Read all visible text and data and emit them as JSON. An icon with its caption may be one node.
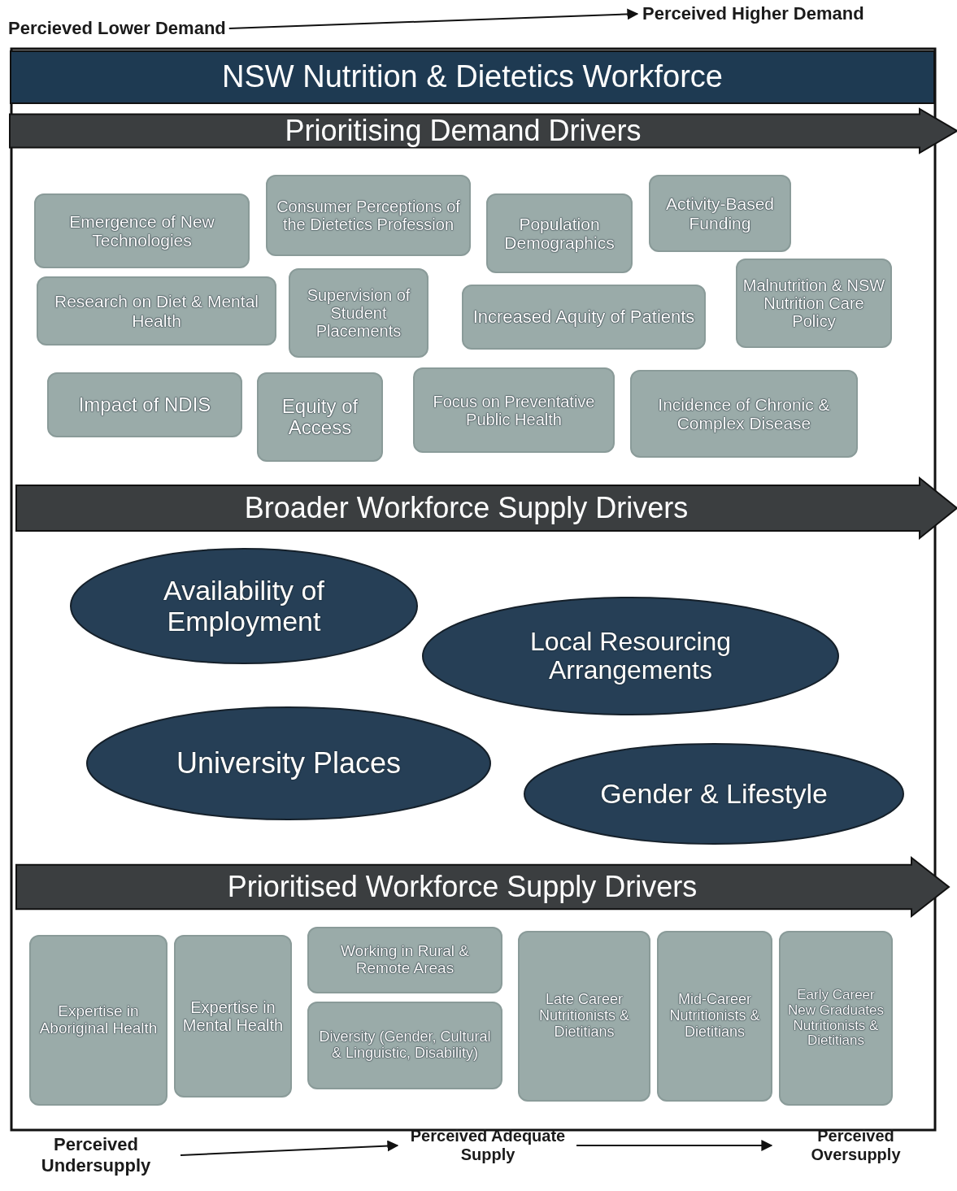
{
  "diagram": {
    "nodes": [
      {
        "text": [
          "Percieved Lower Demand"
        ]
      },
      {
        "text": [
          "Perceived Higher Demand"
        ]
      },
      {
        "text": [
          "Perceived Undersupply"
        ]
      },
      {
        "text": [
          "Perceived Adequate Supply"
        ]
      },
      {
        "text": [
          "Perceived Oversupply"
        ]
      },
      {
        "text": [
          "NSW Nutrition & Dietetics Workforce"
        ]
      },
      {
        "text": [
          "Prioritising Demand Drivers"
        ]
      },
      {
        "text": [
          "Emergence of New Technologies"
        ]
      },
      {
        "text": [
          "Consumer Perceptions of the Dietetics Profession"
        ]
      },
      {
        "text": [
          "Population Demographics"
        ]
      },
      {
        "text": [
          "Activity-Based Funding"
        ]
      },
      {
        "text": [
          "Research on Diet & Mental Health"
        ]
      },
      {
        "text": [
          "Supervision of Student Placements"
        ]
      },
      {
        "text": [
          "Increased Aquity of Patients"
        ]
      },
      {
        "text": [
          "Malnutrition & NSW Nutrition Care Policy"
        ]
      },
      {
        "text": [
          "Impact of NDIS"
        ]
      },
      {
        "text": [
          "Equity of Access"
        ]
      },
      {
        "text": [
          "Focus on Preventative Public Health"
        ]
      },
      {
        "text": [
          "Incidence of Chronic & Complex Disease"
        ]
      },
      {
        "text": [
          "Broader Workforce Supply Drivers"
        ]
      },
      {
        "text": [
          "Availability of Employment"
        ]
      },
      {
        "text": [
          "Local Resourcing Arrangements"
        ]
      },
      {
        "text": [
          "University Places"
        ]
      },
      {
        "text": [
          "Gender & Lifestyle"
        ]
      },
      {
        "text": [
          "Prioritised Workforce Supply Drivers"
        ]
      },
      {
        "text": [
          "Expertise in Aboriginal Health"
        ]
      },
      {
        "text": [
          "Expertise in Mental Health"
        ]
      },
      {
        "text": [
          "Working in Rural & Remote Areas"
        ]
      },
      {
        "text": [
          "Diversity (Gender, Cultural & Linguistic, Disability)"
        ]
      },
      {
        "text": [
          "Late Career Nutritionists & Dietitians"
        ]
      },
      {
        "text": [
          "Mid-Career Nutritionists & Dietitians"
        ]
      },
      {
        "text": [
          "Early Career New Graduates Nutritionists & Dietitians"
        ]
      }
    ],
    "edges": [
      {
        "from": 0,
        "to": 1,
        "arrow": "to"
      },
      {
        "from": 2,
        "to": 3,
        "arrow": "to"
      },
      {
        "from": 3,
        "to": 4,
        "arrow": "to"
      }
    ]
  }
}
